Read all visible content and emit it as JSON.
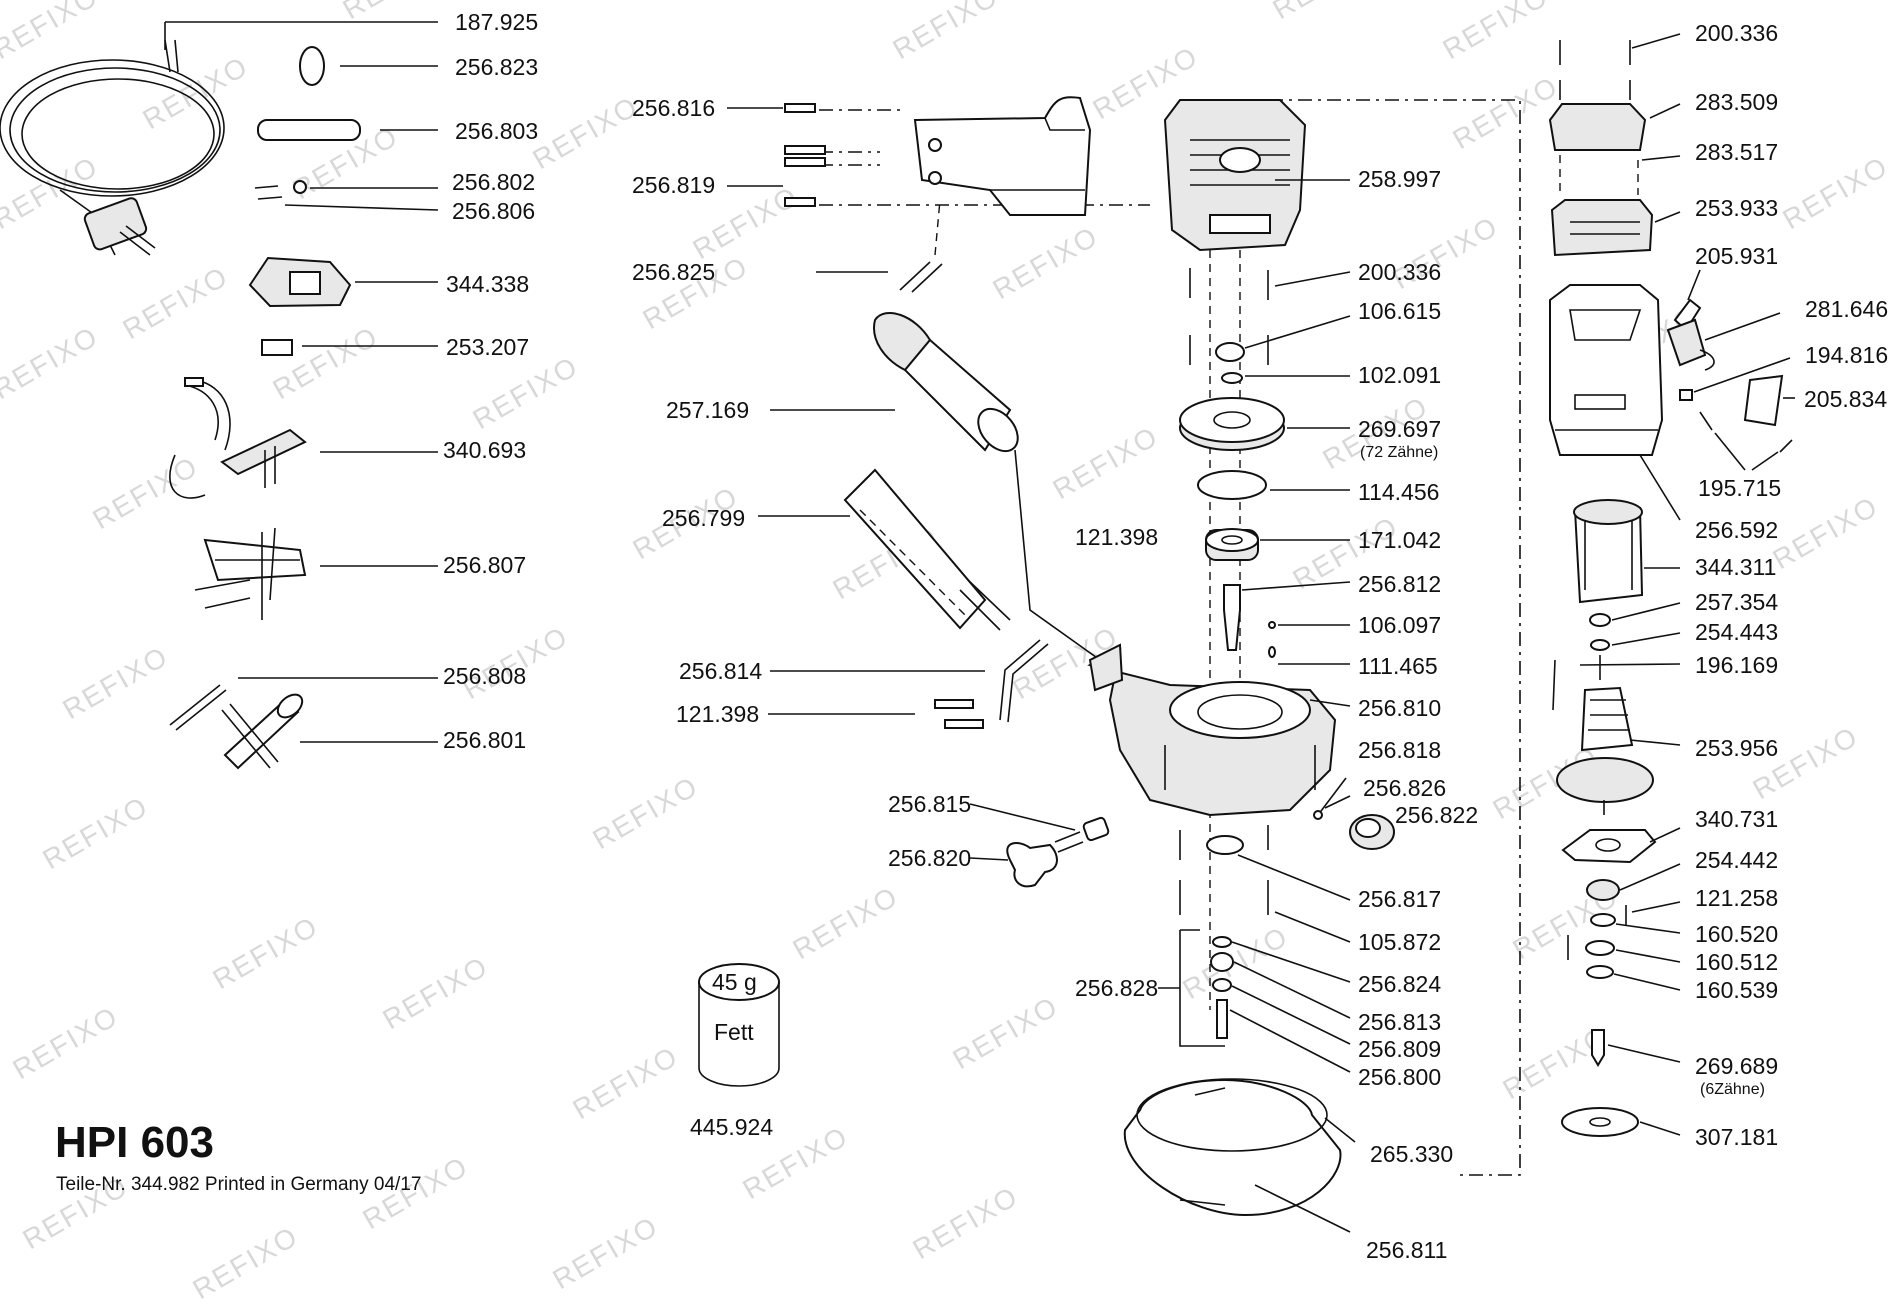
{
  "model": "HPI 603",
  "footer": "Teile-Nr. 344.982 Printed in Germany 04/17",
  "watermark": "REFIXO",
  "grease": {
    "amount": "45 g",
    "label": "Fett",
    "part": "445.924"
  },
  "parts_left": [
    "187.925",
    "256.823",
    "256.803",
    "256.802",
    "256.806",
    "344.338",
    "253.207",
    "340.693",
    "256.807",
    "256.808",
    "256.801"
  ],
  "parts_center": [
    "256.816",
    "256.819",
    "256.825",
    "257.169",
    "256.799",
    "256.814",
    "121.398",
    "256.815",
    "256.820",
    "121.398"
  ],
  "parts_gear": [
    "258.997",
    "200.336",
    "106.615",
    "102.091",
    "269.697",
    "114.456",
    "171.042",
    "256.812",
    "106.097",
    "111.465",
    "256.810",
    "256.818",
    "256.826",
    "256.822",
    "256.817",
    "105.872",
    "256.828",
    "256.824",
    "256.813",
    "256.809",
    "256.800",
    "265.330",
    "256.811"
  ],
  "gear_note": "(72 Zähne)",
  "parts_motor": [
    "200.336",
    "283.509",
    "283.517",
    "253.933",
    "205.931",
    "281.646",
    "194.816",
    "205.834",
    "195.715",
    "256.592",
    "344.311",
    "257.354",
    "254.443",
    "196.169",
    "253.956",
    "340.731",
    "254.442",
    "121.258",
    "160.520",
    "160.512",
    "160.539",
    "269.689",
    "307.181"
  ],
  "pinion_note": "(6Zähne)"
}
